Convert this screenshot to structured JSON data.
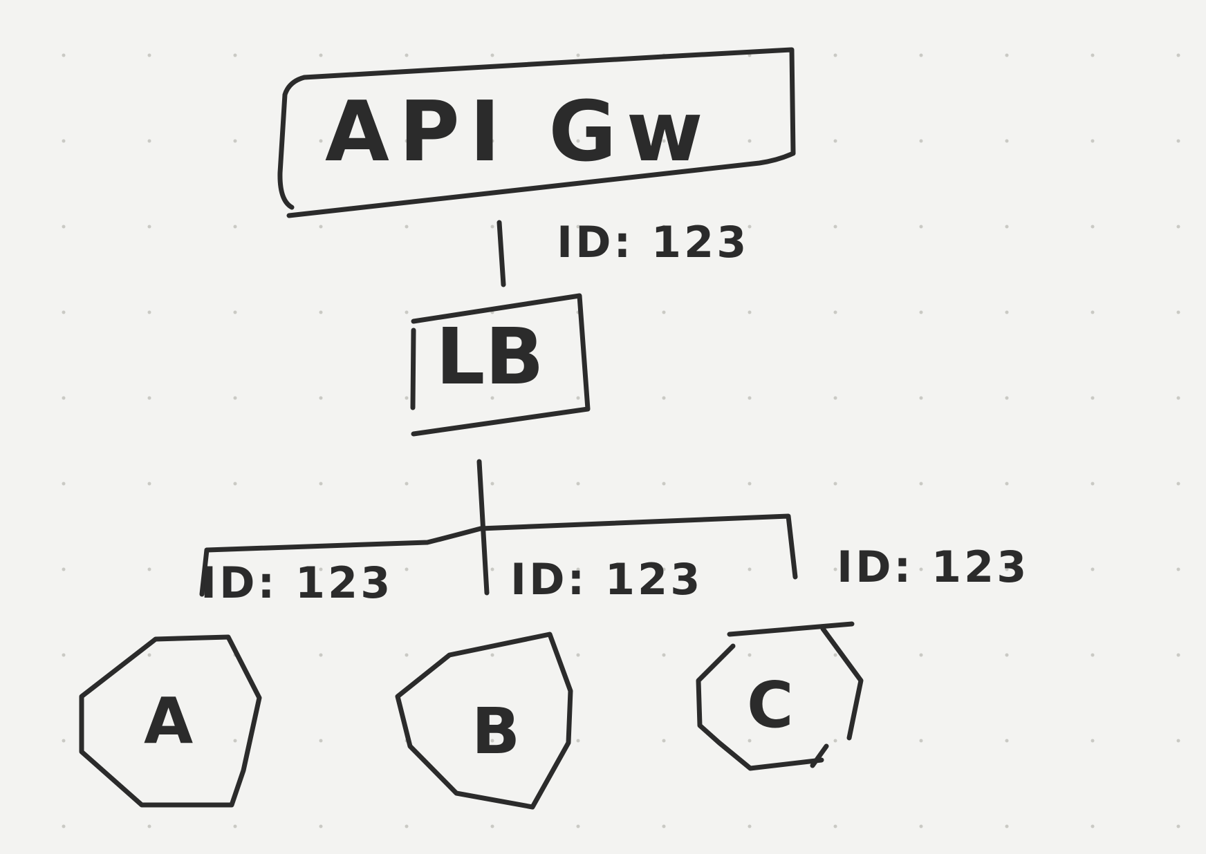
{
  "nodes": {
    "gateway": {
      "label": "API Gw"
    },
    "load_balancer": {
      "label": "LB"
    },
    "service_a": {
      "label": "A"
    },
    "service_b": {
      "label": "B"
    },
    "service_c": {
      "label": "C"
    }
  },
  "edges": {
    "gateway_to_lb": {
      "label": "ID: 123"
    },
    "lb_to_a": {
      "label": "ID: 123"
    },
    "lb_to_b": {
      "label": "ID: 123"
    },
    "lb_to_c": {
      "label": "ID: 123"
    }
  },
  "colors": {
    "ink": "#2b2b2b",
    "paper": "#f3f3f1",
    "dots": "#c9c9c4"
  }
}
